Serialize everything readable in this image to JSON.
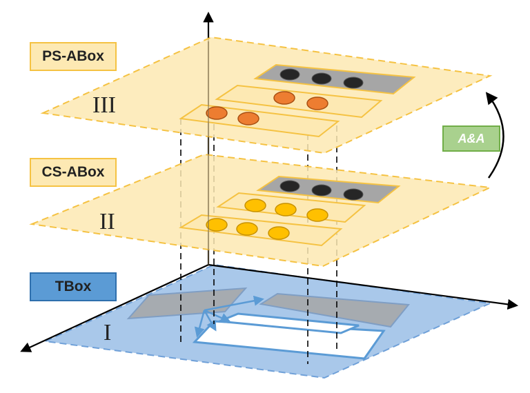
{
  "labels": {
    "ps_abox": "PS-ABox",
    "cs_abox": "CS-ABox",
    "tbox": "TBox",
    "transition": "A&A"
  },
  "layers": {
    "layer_1": "I",
    "layer_2": "II",
    "layer_3": "III"
  },
  "colors": {
    "abox_plane": "#fde9b3",
    "abox_border": "#f5c242",
    "abox_label_fill": "#fde9b3",
    "tbox_plane": "#a9c8ea",
    "tbox_border": "#6fa0d8",
    "tbox_label_fill": "#5b9bd5",
    "aa_label_fill": "#a9d18e",
    "aa_label_border": "#70ad47",
    "orange_dot": "#ed7d31",
    "yellow_dot": "#ffc000",
    "black_dot": "#262626",
    "grey_bar": "#a6a6a6"
  }
}
